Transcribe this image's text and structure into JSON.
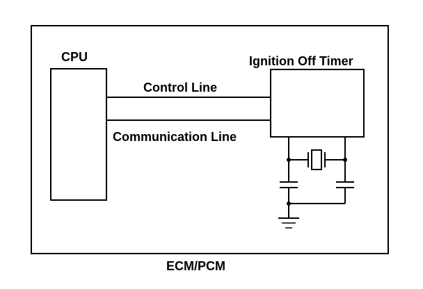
{
  "labels": {
    "cpu": "CPU",
    "timer": "Ignition Off Timer",
    "control_line": "Control Line",
    "communication_line": "Communication Line",
    "enclosure": "ECM/PCM"
  },
  "colors": {
    "line": "#000000",
    "background": "#ffffff"
  }
}
